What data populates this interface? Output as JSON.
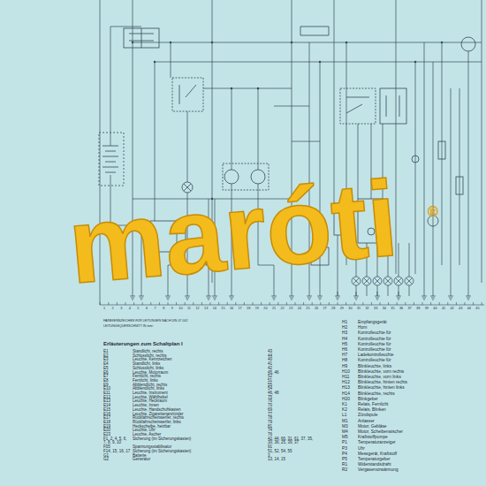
{
  "diagram": {
    "title": "Erläuterungen zum Schaltplan I",
    "labels": [
      "FARBKENNZEICHEN FÜR LEITUNGEN NACH DIN 47 002",
      "LEITUNGSQUERSCHNITT IN mm²",
      "maróti",
      "®",
      "1",
      "2",
      "3",
      "4",
      "5",
      "6",
      "7",
      "8",
      "9",
      "10",
      "11",
      "12",
      "13",
      "14",
      "15",
      "16",
      "17",
      "18",
      "19",
      "20",
      "21",
      "22",
      "23",
      "24",
      "25",
      "26",
      "27",
      "28",
      "29",
      "30",
      "31",
      "32",
      "33",
      "34",
      "35",
      "36",
      "37",
      "38",
      "39",
      "40",
      "41",
      "42",
      "43",
      "44",
      "45",
      "E1",
      "Standlicht, rechts",
      "43",
      "E2",
      "Schlusslicht, rechts",
      "44",
      "E3",
      "Leuchte, Kennzeichen",
      "40",
      "E4",
      "Standlicht, links",
      "41",
      "E5",
      "Schlusslicht, links",
      "42",
      "E6",
      "Leuchte, Motorraum",
      "45, 46",
      "E7",
      "Fernlicht, rechts",
      "52",
      "E8",
      "Fernlicht, links",
      "51",
      "E9",
      "Abblendlicht, rechts",
      "55",
      "E10",
      "Abblendlicht, links",
      "54",
      "E11",
      "Leuchte, Instrument",
      "46, 48",
      "E12",
      "Leuchte, Wählhebel",
      "75",
      "E13",
      "Leuchte, Heckraum",
      "76",
      "E14",
      "Leuchte, Innen",
      "70",
      "E15",
      "Leuchte, Handschuhkasten",
      "69",
      "E16",
      "Leuchte, Zigarettenanzünder",
      "77",
      "E17",
      "Rückfahrscheinwerfer, rechts",
      "78",
      "E18",
      "Rückfahrscheinwerfer, links",
      "79",
      "E19",
      "Heckscheibe, heizbar",
      "81",
      "E20",
      "Leuchte, Uhr",
      "74",
      "E23",
      "Leuchte, Ascher",
      "76",
      "F1, 2, 4, 5, 6, 7, 8, 9, 10",
      "Sicherung (im Sicherungskasten)",
      "42, 44, 66, 31, 61, 37, 35, 30, 36, 25, 39, 37",
      "F05",
      "Spannungsstabilisator",
      "91",
      "F14, 15, 16, 17",
      "Sicherung (im Sicherungskasten)",
      "51, 52, 54, 55",
      "G1",
      "Batterie",
      "3",
      "G2",
      "Generator",
      "13, 14, 15",
      "H1",
      "Empfangsgerät",
      "H2",
      "Horn",
      "H3",
      "Kontrolleuchte für",
      "H4",
      "Kontrolleuchte für",
      "H5",
      "Kontrolleuchte für",
      "H6",
      "Kontrolleuchte für",
      "H7",
      "Ladekontrolleuchte",
      "H8",
      "Kontrolleuchte für",
      "H9",
      "Blinkleuchte, links",
      "H10",
      "Blinkleuchte, vorn rechts",
      "H11",
      "Blinkleuchte, vorn links",
      "H12",
      "Blinkleuchte, hinten rechts",
      "H13",
      "Blinkleuchte, hinten links",
      "H14",
      "Blinkleuchte, rechts",
      "H20",
      "Blinkgeber",
      "K1",
      "Relais, Fernlicht",
      "K2",
      "Relais, Blinken",
      "L1",
      "Zündspule",
      "M1",
      "Anlasser",
      "M3",
      "Motor, Gebläse",
      "M4",
      "Motor, Scheibenwischer",
      "M5",
      "Kraftstoffpumpe",
      "P1",
      "Temperaturanzeiger",
      "P3",
      "Uhr",
      "P4",
      "Messgerät, Kraftstoff",
      "P5",
      "Temperaturgeber",
      "R1",
      "Widerstandsdraht",
      "R2",
      "Vergaservorwärmung"
    ]
  }
}
